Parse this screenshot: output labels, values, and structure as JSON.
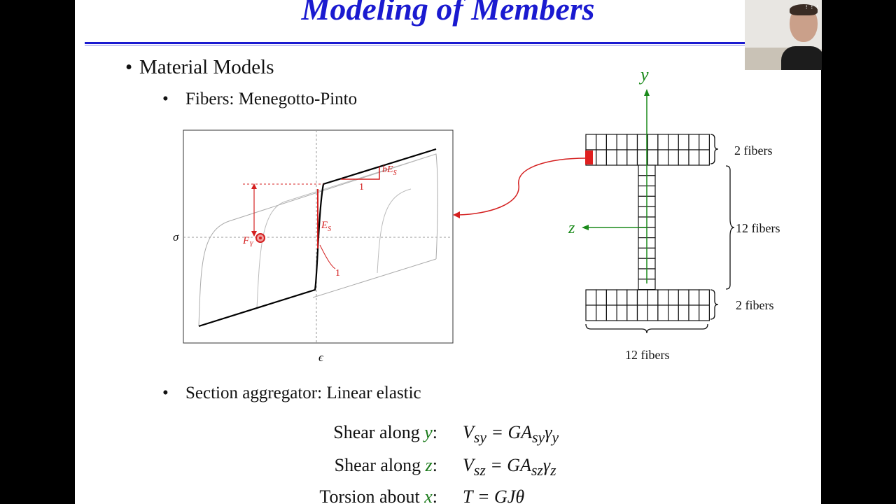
{
  "slide": {
    "title": "Modeling of Members",
    "bullet_material": "Material Models",
    "bullet_fibers": "Fibers: Menegotto-Pinto",
    "bullet_section": "Section aggregator: Linear elastic"
  },
  "plot": {
    "y_label": "σ",
    "x_label": "ϵ",
    "label_fy": "F",
    "label_fy_sub": "Y",
    "label_es": "E",
    "label_es_sub": "S",
    "label_bes": "bE",
    "label_bes_sub": "S",
    "label_one_a": "1",
    "label_one_b": "1"
  },
  "section": {
    "axis_y": "y",
    "axis_z": "z",
    "label_top": "2 fibers",
    "label_web": "12 fibers",
    "label_bottom": "2 fibers",
    "label_width": "12 fibers"
  },
  "equations": [
    {
      "label": "Shear along ",
      "var": "y",
      "colon": ":",
      "lhs": "V",
      "lhs_sub": "sy",
      "rhs": "= GA",
      "rhs_sub": "sy",
      "tail": "γ",
      "tail_sub": "y"
    },
    {
      "label": "Shear along ",
      "var": "z",
      "colon": ":",
      "lhs": "V",
      "lhs_sub": "sz",
      "rhs": "= GA",
      "rhs_sub": "sz",
      "tail": "γ",
      "tail_sub": "z"
    },
    {
      "label": "Torsion about ",
      "var": "x",
      "colon": ":",
      "lhs": "T",
      "lhs_sub": "",
      "rhs": "= GJθ",
      "rhs_sub": "",
      "tail": "",
      "tail_sub": ""
    }
  ],
  "webcam": {
    "menu_dots": "⁝ ⁝ ⁝"
  },
  "colors": {
    "title": "#1a1ad0",
    "annotation_red": "#d42020",
    "axis_green": "#1a7a1a"
  }
}
